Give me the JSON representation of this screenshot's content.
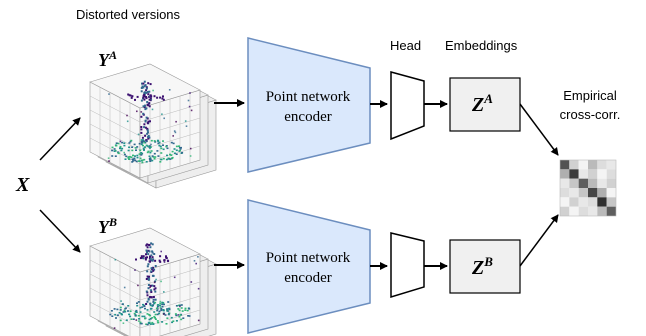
{
  "labels": {
    "distorted_versions": "Distorted versions",
    "head": "Head",
    "embeddings": "Embeddings",
    "empirical": "Empirical",
    "cross_corr": "cross-corr."
  },
  "input": {
    "symbol": "X"
  },
  "branch_a": {
    "cloud_base": "Y",
    "cloud_sup": "A",
    "encoder_line1": "Point network",
    "encoder_line2": "encoder",
    "embedding_base": "Z",
    "embedding_sup": "A"
  },
  "branch_b": {
    "cloud_base": "Y",
    "cloud_sup": "B",
    "encoder_line1": "Point network",
    "encoder_line2": "encoder",
    "embedding_base": "Z",
    "embedding_sup": "B"
  },
  "colors": {
    "encoder_fill": "#dae8fc",
    "encoder_stroke": "#6c8ebf",
    "embedding_fill": "#f0f0f0",
    "arrow": "#000000",
    "cloud_dark": "#3b0f70",
    "cloud_mid": "#31688e",
    "cloud_light": "#35b779"
  },
  "matrix": {
    "values": [
      [
        0.75,
        0.2,
        0.05,
        0.3,
        0.15,
        0.1
      ],
      [
        0.35,
        0.85,
        0.1,
        0.2,
        0.05,
        0.15
      ],
      [
        0.1,
        0.25,
        0.7,
        0.3,
        0.1,
        0.2
      ],
      [
        0.15,
        0.1,
        0.25,
        0.8,
        0.35,
        0.05
      ],
      [
        0.05,
        0.2,
        0.1,
        0.15,
        0.9,
        0.25
      ],
      [
        0.2,
        0.05,
        0.15,
        0.1,
        0.3,
        0.7
      ]
    ]
  }
}
